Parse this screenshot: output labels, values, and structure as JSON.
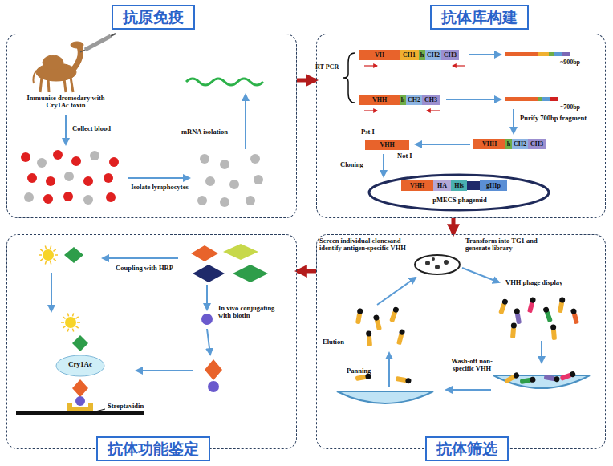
{
  "diagram": {
    "nodes": [
      {
        "text": [
          "抗原免疫"
        ]
      },
      {
        "text": [
          "抗体库构建"
        ]
      },
      {
        "text": [
          "抗体功能鉴定"
        ]
      },
      {
        "text": [
          "抗体筛选"
        ]
      }
    ],
    "edges": [
      {
        "from": 0,
        "to": 1,
        "arrow": "to"
      },
      {
        "from": 1,
        "to": 3,
        "arrow": "to"
      },
      {
        "from": 3,
        "to": 2,
        "arrow": "to"
      }
    ],
    "labels": [
      "Immunise dromedary with Cry1Ac toxin",
      "Collect blood",
      "Isolate lymphocytes",
      "mRNA isolation",
      "RT-PCR",
      "VH",
      "CH1",
      "h",
      "CH2",
      "CH3",
      "~900bp",
      "VHH",
      "h",
      "CH2",
      "CH3",
      "~700bp",
      "Purify 700bp fragment",
      "VHH",
      "h",
      "CH2",
      "CH3",
      "Pst I",
      "VHH",
      "Not I",
      "Cloning",
      "VHH",
      "HA",
      "His",
      "gIIIp",
      "pMECS phagemid",
      "Transform into TG1 and generate library",
      "VHH phage display",
      "Wash-off non-specific VHH",
      "Panning",
      "Elution",
      "Screen individual clonesand identify antigen-specific VHH",
      "Coupling with HRP",
      "In vivo conjugating with biotin",
      "Cry1Ac",
      "Streptavidin"
    ]
  }
}
